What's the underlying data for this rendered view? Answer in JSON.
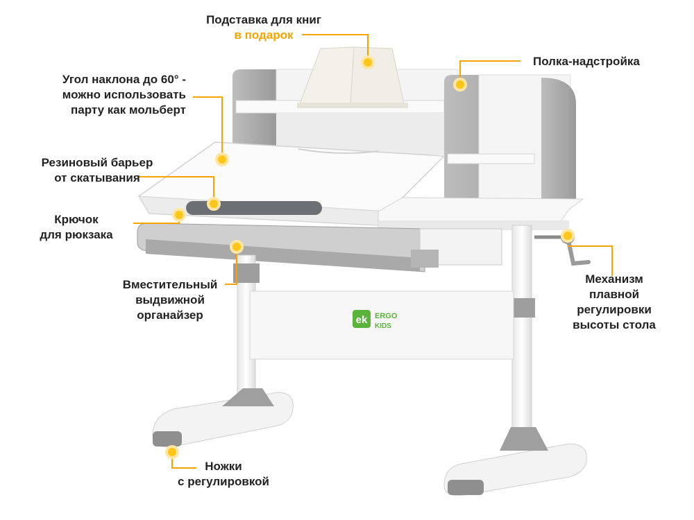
{
  "colors": {
    "accent": "#f6a400",
    "marker": "#ffc61a",
    "text": "#222222",
    "desk_gray": "#a8a8a8",
    "desk_white": "#f7f7f7",
    "logo_green": "#5bb33b"
  },
  "callouts": {
    "book_stand": {
      "line1": "Подставка для книг",
      "line2": "в подарок"
    },
    "shelf": {
      "line1": "Полка-надстройка"
    },
    "tilt": {
      "line1": "Угол наклона до 60° -",
      "line2": "можно использовать",
      "line3": "парту как мольберт"
    },
    "barrier": {
      "line1": "Резиновый барьер",
      "line2": "от скатывания"
    },
    "hook": {
      "line1": "Крючок",
      "line2": "для рюкзака"
    },
    "organizer": {
      "line1": "Вместительный",
      "line2": "выдвижной",
      "line3": "органайзер"
    },
    "mechanism": {
      "line1": "Механизм",
      "line2": "плавной",
      "line3": "регулировки",
      "line4": "высоты стола"
    },
    "legs": {
      "line1": "Ножки",
      "line2": "с регулировкой"
    }
  },
  "logo": {
    "brand_top": "ERGO",
    "brand_bottom": "KIDS",
    "icon": "ek-logo-icon"
  }
}
